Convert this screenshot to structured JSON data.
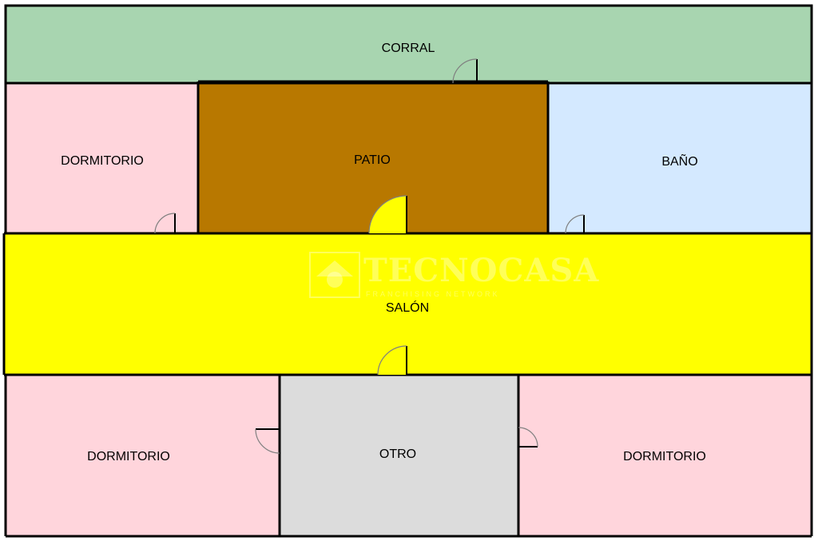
{
  "plan": {
    "rooms": [
      {
        "id": "corral",
        "label": "CORRAL",
        "color": "#a8d5b0"
      },
      {
        "id": "dormitorio-top",
        "label": "DORMITORIO",
        "color": "#ffd5dc"
      },
      {
        "id": "patio",
        "label": "PATIO",
        "color": "#b87800"
      },
      {
        "id": "bano",
        "label": "BAÑO",
        "color": "#d4e9ff"
      },
      {
        "id": "salon",
        "label": "SALÓN",
        "color": "#ffff00"
      },
      {
        "id": "dormitorio-bottom-left",
        "label": "DORMITORIO",
        "color": "#ffd5dc"
      },
      {
        "id": "otro",
        "label": "OTRO",
        "color": "#dcdcdc"
      },
      {
        "id": "dormitorio-bottom-right",
        "label": "DORMITORIO",
        "color": "#ffd5dc"
      }
    ],
    "watermark": {
      "brand": "TECNOCASA",
      "tagline": "FRANCHISING NETWORK",
      "logo": "house-logo-icon"
    },
    "wall_color": "#000000"
  }
}
